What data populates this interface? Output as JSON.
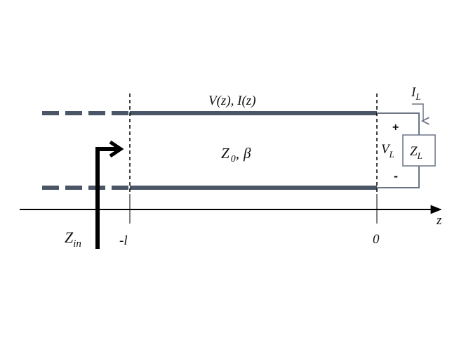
{
  "labels": {
    "voltage_current": "V(z), I(z)",
    "line_params": {
      "z": "Z",
      "z_sub": "0",
      "sep": ",",
      "beta": "β"
    },
    "load_current": {
      "main": "I",
      "sub": "L"
    },
    "load_voltage": {
      "main": "V",
      "sub": "L"
    },
    "load_impedance": {
      "main": "Z",
      "sub": "L"
    },
    "input_impedance": {
      "main": "Z",
      "sub": "in"
    },
    "plus_sign": "+",
    "minus_sign": "-",
    "position_minus_l": "-l",
    "position_zero": "0",
    "axis_label": "z"
  },
  "colors": {
    "line": "#4a5566",
    "load": "#6b7585",
    "axis": "#000000",
    "text": "#111111"
  }
}
